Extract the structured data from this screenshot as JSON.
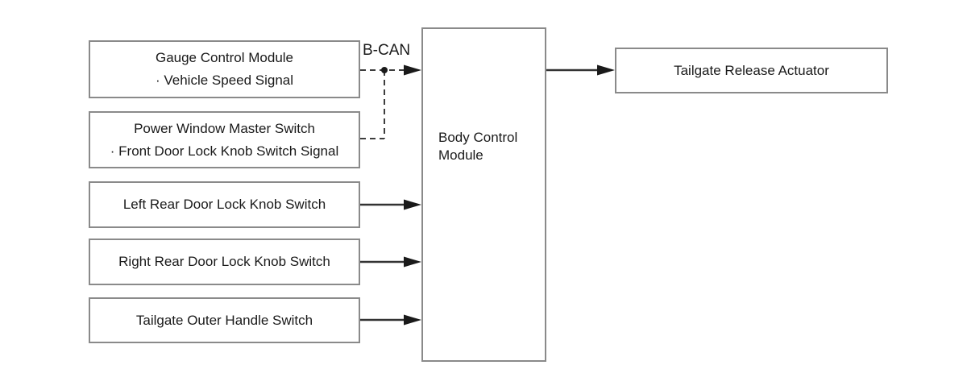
{
  "diagram": {
    "title_implicit": "Tailgate release system block diagram",
    "bcan_label": "B-CAN",
    "boxes": {
      "gauge": {
        "line1": "Gauge Control Module",
        "line2": "· Vehicle Speed Signal"
      },
      "power_window": {
        "line1": "Power Window Master Switch",
        "line2": "· Front Door Lock Knob Switch Signal"
      },
      "left_rear": {
        "label": "Left Rear Door Lock Knob Switch"
      },
      "right_rear": {
        "label": "Right Rear Door Lock Knob Switch"
      },
      "tailgate_outer": {
        "label": "Tailgate Outer Handle Switch"
      },
      "bcm": {
        "line1": "Body Control",
        "line2": "Module"
      },
      "actuator": {
        "label": "Tailgate Release Actuator"
      }
    },
    "connections": [
      {
        "from": "gauge",
        "to": "bcm",
        "style": "dashed-then-arrow",
        "via_label": "B-CAN"
      },
      {
        "from": "power_window",
        "to": "bcan-junction",
        "style": "dashed"
      },
      {
        "from": "left_rear",
        "to": "bcm",
        "style": "solid-arrow"
      },
      {
        "from": "right_rear",
        "to": "bcm",
        "style": "solid-arrow"
      },
      {
        "from": "tailgate_outer",
        "to": "bcm",
        "style": "solid-arrow"
      },
      {
        "from": "bcm",
        "to": "actuator",
        "style": "solid-arrow"
      }
    ],
    "colors": {
      "background": "#ffffff",
      "box_border": "#8a8a8a",
      "box_fill": "#ffffff",
      "line": "#333333",
      "text": "#1a1a1a"
    }
  }
}
